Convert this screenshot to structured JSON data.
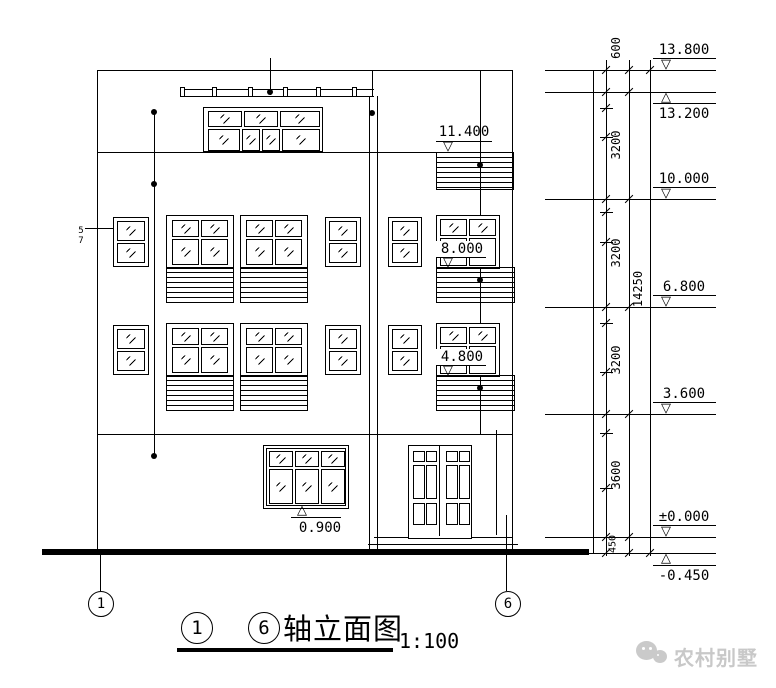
{
  "title": {
    "axis_start": "1",
    "axis_end": "6",
    "name": "轴立面图",
    "scale": "1:100"
  },
  "axes": {
    "left_bubble": "1",
    "right_bubble": "6"
  },
  "elevation_markers": {
    "right": [
      {
        "value": "13.800"
      },
      {
        "value": "13.200"
      },
      {
        "value": "10.000"
      },
      {
        "value": "6.800"
      },
      {
        "value": "3.600"
      },
      {
        "value": "±0.000"
      },
      {
        "value": "-0.450"
      }
    ],
    "facade": [
      {
        "value": "11.400"
      },
      {
        "value": "8.000"
      },
      {
        "value": "4.800"
      },
      {
        "value": "0.900"
      }
    ]
  },
  "dimensions": {
    "floor_heights": [
      "600",
      "3200",
      "3200",
      "3200",
      "3600",
      "450"
    ],
    "total": "14250"
  },
  "annotations": {
    "window_tag": "57"
  },
  "symbols": {
    "tri_down": "▽",
    "tri_up": "△"
  },
  "watermark": {
    "text": "农村别墅"
  }
}
